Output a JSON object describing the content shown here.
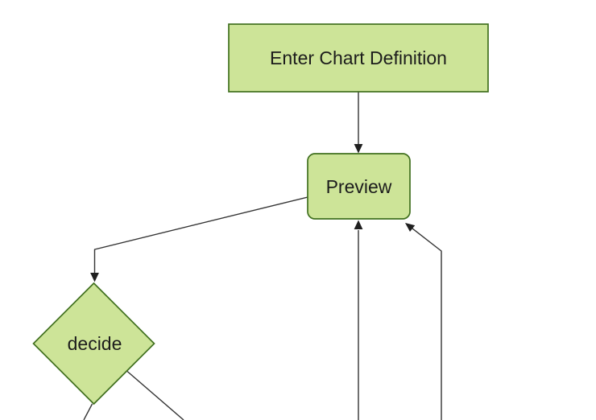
{
  "diagram": {
    "type": "flowchart",
    "direction": "top-down",
    "background": "#ffffff",
    "colors": {
      "node_fill": "#cde498",
      "node_border": "#41701f",
      "edge": "#333333",
      "arrowhead": "#1f1f1f",
      "text": "#1c1c1c"
    },
    "nodes": [
      {
        "id": "enter-chart-definition",
        "label": "Enter Chart Definition",
        "shape": "rectangle"
      },
      {
        "id": "preview",
        "label": "Preview",
        "shape": "rounded-rectangle"
      },
      {
        "id": "decide",
        "label": "decide",
        "shape": "diamond"
      }
    ],
    "edges": [
      {
        "from": "enter-chart-definition",
        "to": "preview",
        "arrowhead": true
      },
      {
        "from": "preview",
        "to": "decide",
        "arrowhead": true
      },
      {
        "from": "decide",
        "to": "offscreen-bottom",
        "arrowhead": false
      },
      {
        "from": "decide",
        "to": "offscreen-bottom-right",
        "arrowhead": false
      },
      {
        "from": "offscreen-bottom",
        "to": "preview",
        "arrowhead": true
      },
      {
        "from": "offscreen-bottom-right",
        "to": "preview",
        "arrowhead": true
      }
    ]
  }
}
